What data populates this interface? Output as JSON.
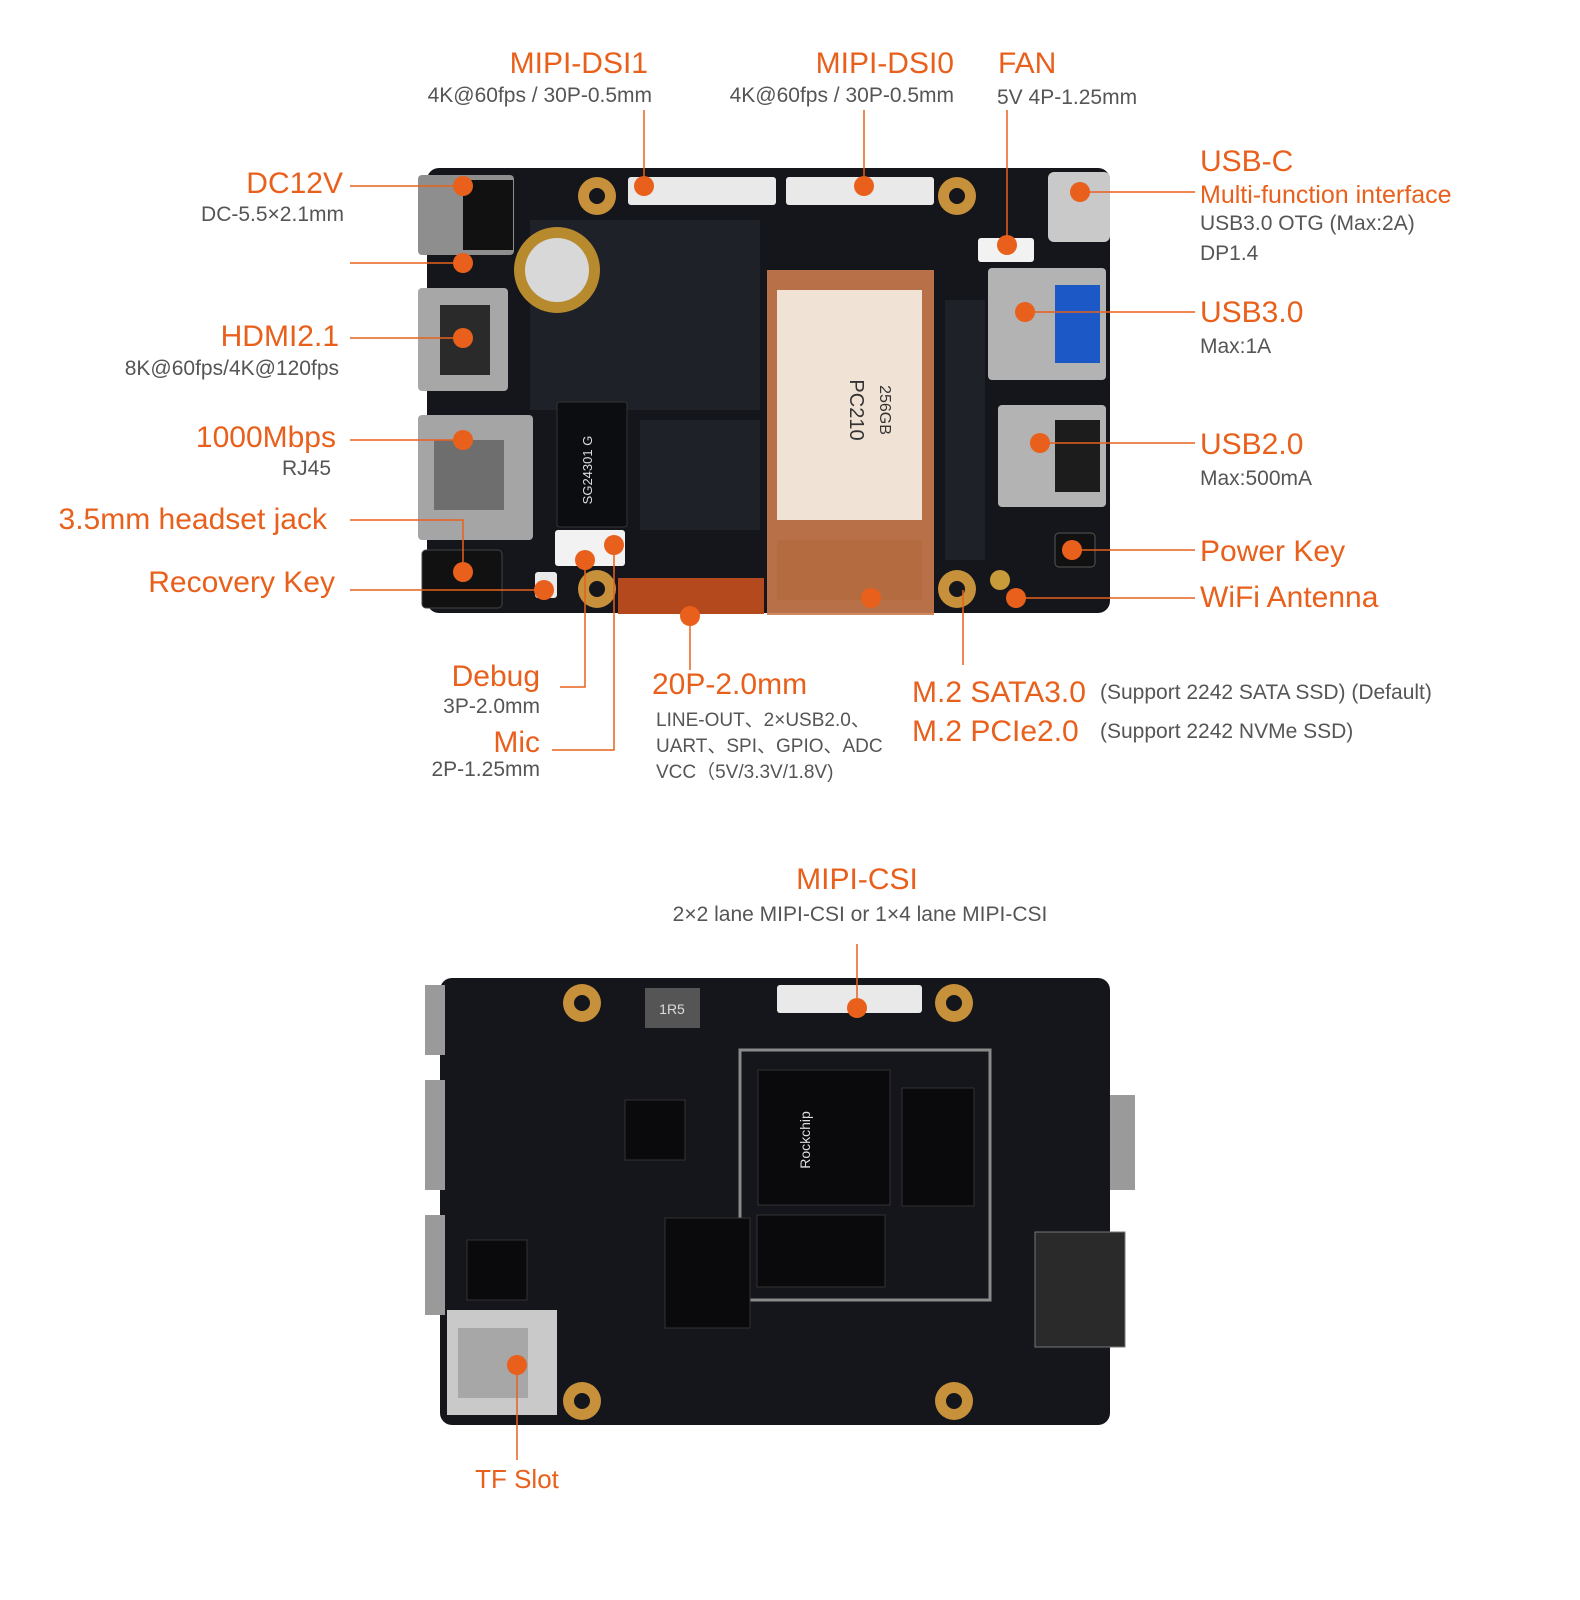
{
  "colors": {
    "accent": "#e8601c",
    "subtext": "#555555",
    "board": "#14161b",
    "ssd": "#c97a4c"
  },
  "top": {
    "mipi_dsi1": {
      "title": "MIPI-DSI1",
      "sub": "4K@60fps / 30P-0.5mm"
    },
    "mipi_dsi0": {
      "title": "MIPI-DSI0",
      "sub": "4K@60fps / 30P-0.5mm"
    },
    "fan": {
      "title": "FAN",
      "sub": "5V 4P-1.25mm"
    },
    "dc12v": {
      "title": "DC12V",
      "sub": "DC-5.5×2.1mm"
    },
    "hdmi": {
      "title": "HDMI2.1",
      "sub": "8K@60fps/4K@120fps"
    },
    "ethernet": {
      "title": "1000Mbps",
      "sub": "RJ45"
    },
    "headset": {
      "title": "3.5mm headset jack"
    },
    "recovery": {
      "title": "Recovery Key"
    },
    "usbc": {
      "title": "USB-C",
      "line1": "Multi-function interface",
      "line2": "USB3.0 OTG (Max:2A)",
      "line3": "DP1.4"
    },
    "usb30": {
      "title": "USB3.0",
      "sub": "Max:1A"
    },
    "usb20": {
      "title": "USB2.0",
      "sub": "Max:500mA"
    },
    "power": {
      "title": "Power Key"
    },
    "wifi": {
      "title": "WiFi Antenna"
    },
    "debug": {
      "title": "Debug",
      "sub": "3P-2.0mm"
    },
    "mic": {
      "title": "Mic",
      "sub": "2P-1.25mm"
    },
    "gpio": {
      "title": "20P-2.0mm",
      "sub": "LINE-OUT、2×USB2.0、\nUART、SPI、GPIO、ADC\nVCC（5V/3.3V/1.8V)"
    },
    "m2_sata": {
      "title": "M.2 SATA3.0",
      "sub": "(Support 2242 SATA SSD) (Default)"
    },
    "m2_pcie": {
      "title": "M.2 PCIe2.0",
      "sub": "(Support 2242 NVMe SSD)"
    }
  },
  "bottom": {
    "mipi_csi": {
      "title": "MIPI-CSI",
      "sub": "2×2 lane MIPI-CSI  or 1×4 lane MIPI-CSI"
    },
    "tf": {
      "title": "TF Slot"
    }
  },
  "board_text": {
    "eth_chip": "SG24301 G",
    "ssd_brand": "PC210",
    "ssd_capacity": "256GB",
    "soc_brand": "Rockchip",
    "inductor": "1R5"
  }
}
